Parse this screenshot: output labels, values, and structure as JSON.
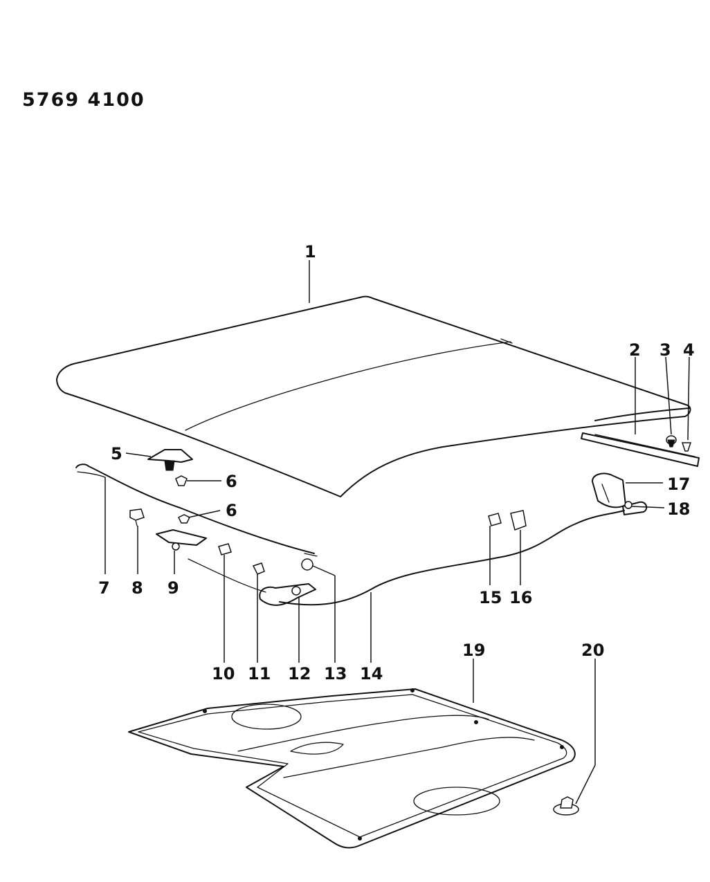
{
  "diagram": {
    "code": "5769 4100",
    "callouts": {
      "c1": "1",
      "c2": "2",
      "c3": "3",
      "c4": "4",
      "c5": "5",
      "c6a": "6",
      "c6b": "6",
      "c7": "7",
      "c8": "8",
      "c9": "9",
      "c10": "10",
      "c11": "11",
      "c12": "12",
      "c13": "13",
      "c14": "14",
      "c15": "15",
      "c16": "16",
      "c17": "17",
      "c18": "18",
      "c19": "19",
      "c20": "20"
    }
  }
}
